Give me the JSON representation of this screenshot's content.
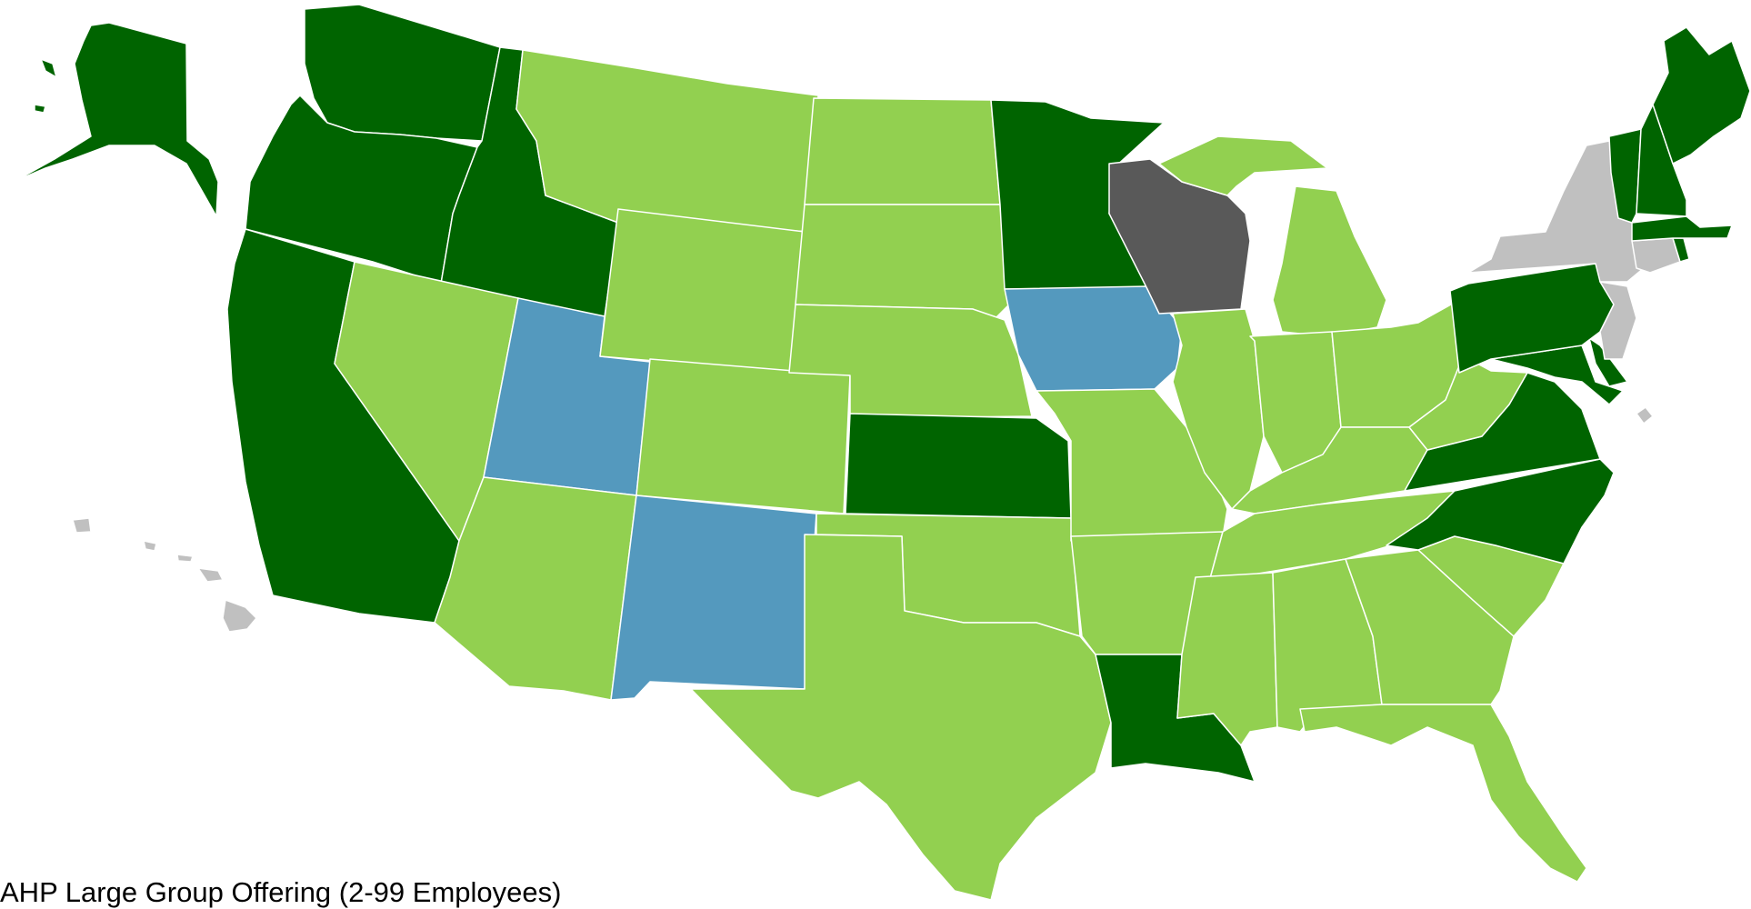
{
  "legend": {
    "title": "AHP Large Group Offering (2-99 Employees)"
  },
  "colors": {
    "dark_green": "#006400",
    "light_green": "#92D050",
    "blue": "#5499BE",
    "dark_gray": "#595959",
    "light_gray": "#C0C0C0"
  },
  "states": [
    {
      "abbr": "AK",
      "color": "dark_green"
    },
    {
      "abbr": "WA",
      "color": "dark_green"
    },
    {
      "abbr": "OR",
      "color": "dark_green"
    },
    {
      "abbr": "CA",
      "color": "dark_green"
    },
    {
      "abbr": "ID",
      "color": "dark_green"
    },
    {
      "abbr": "NV",
      "color": "light_green"
    },
    {
      "abbr": "UT",
      "color": "blue"
    },
    {
      "abbr": "AZ",
      "color": "light_green"
    },
    {
      "abbr": "MT",
      "color": "light_green"
    },
    {
      "abbr": "WY",
      "color": "light_green"
    },
    {
      "abbr": "CO",
      "color": "light_green"
    },
    {
      "abbr": "NM",
      "color": "blue"
    },
    {
      "abbr": "ND",
      "color": "light_green"
    },
    {
      "abbr": "SD",
      "color": "light_green"
    },
    {
      "abbr": "NE",
      "color": "light_green"
    },
    {
      "abbr": "KS",
      "color": "dark_green"
    },
    {
      "abbr": "OK",
      "color": "light_green"
    },
    {
      "abbr": "TX",
      "color": "light_green"
    },
    {
      "abbr": "MN",
      "color": "dark_green"
    },
    {
      "abbr": "IA",
      "color": "blue"
    },
    {
      "abbr": "MO",
      "color": "light_green"
    },
    {
      "abbr": "AR",
      "color": "light_green"
    },
    {
      "abbr": "LA",
      "color": "dark_green"
    },
    {
      "abbr": "WI",
      "color": "dark_gray"
    },
    {
      "abbr": "IL",
      "color": "light_green"
    },
    {
      "abbr": "MI",
      "color": "light_green"
    },
    {
      "abbr": "IN",
      "color": "light_green"
    },
    {
      "abbr": "OH",
      "color": "light_green"
    },
    {
      "abbr": "KY",
      "color": "light_green"
    },
    {
      "abbr": "TN",
      "color": "light_green"
    },
    {
      "abbr": "MS",
      "color": "light_green"
    },
    {
      "abbr": "AL",
      "color": "light_green"
    },
    {
      "abbr": "GA",
      "color": "light_green"
    },
    {
      "abbr": "FL",
      "color": "light_green"
    },
    {
      "abbr": "SC",
      "color": "light_green"
    },
    {
      "abbr": "NC",
      "color": "dark_green"
    },
    {
      "abbr": "VA",
      "color": "dark_green"
    },
    {
      "abbr": "WV",
      "color": "light_green"
    },
    {
      "abbr": "MD",
      "color": "dark_green"
    },
    {
      "abbr": "DE",
      "color": "dark_green"
    },
    {
      "abbr": "DC",
      "color": "light_gray"
    },
    {
      "abbr": "PA",
      "color": "dark_green"
    },
    {
      "abbr": "NJ",
      "color": "light_gray"
    },
    {
      "abbr": "NY",
      "color": "light_gray"
    },
    {
      "abbr": "CT",
      "color": "light_gray"
    },
    {
      "abbr": "RI",
      "color": "dark_green"
    },
    {
      "abbr": "MA",
      "color": "dark_green"
    },
    {
      "abbr": "VT",
      "color": "dark_green"
    },
    {
      "abbr": "NH",
      "color": "dark_green"
    },
    {
      "abbr": "ME",
      "color": "dark_green"
    },
    {
      "abbr": "HI",
      "color": "light_gray"
    }
  ]
}
